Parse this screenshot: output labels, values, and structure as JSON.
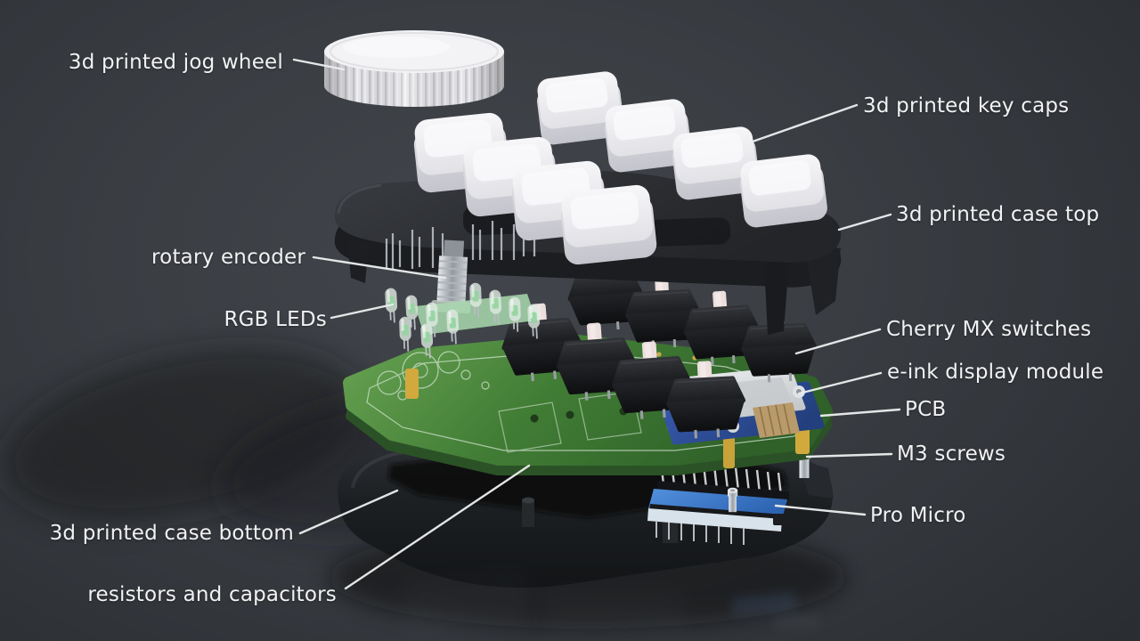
{
  "annotations": {
    "jog_wheel": {
      "text": "3d printed jog wheel",
      "side": "left"
    },
    "key_caps": {
      "text": "3d printed key caps",
      "side": "right"
    },
    "case_top": {
      "text": "3d printed case top",
      "side": "right"
    },
    "rotary_encoder": {
      "text": "rotary encoder",
      "side": "left"
    },
    "rgb_leds": {
      "text": "RGB LEDs",
      "side": "left"
    },
    "cherry_mx_switches": {
      "text": "Cherry MX switches",
      "side": "right"
    },
    "eink_display": {
      "text": "e-ink display module",
      "side": "right"
    },
    "pcb": {
      "text": "PCB",
      "side": "right"
    },
    "m3_screws": {
      "text": "M3 screws",
      "side": "right"
    },
    "pro_micro": {
      "text": "Pro Micro",
      "side": "right"
    },
    "case_bottom": {
      "text": "3d printed case bottom",
      "side": "left"
    },
    "resistors_capacitors": {
      "text": "resistors and capacitors",
      "side": "left"
    }
  },
  "colors": {
    "background": "#3a3e43",
    "label_text": "#f2f2f3",
    "leader_line": "#eceded",
    "keycap_white": "#ededef",
    "case_plastic_dark": "#232528",
    "pcb_green": "#4c8a3c",
    "eink_carrier_blue": "#2f4f9a",
    "pro_micro_blue": "#3f7fd0",
    "switch_housing_black": "#1d1e20",
    "switch_stem_pink": "#e9dcda",
    "standoff_yellow": "#d0a83c",
    "led_glass_green": "#a8d8b0",
    "ribbon_tan": "#b99a6b",
    "screw_silver": "#c9ced3"
  }
}
